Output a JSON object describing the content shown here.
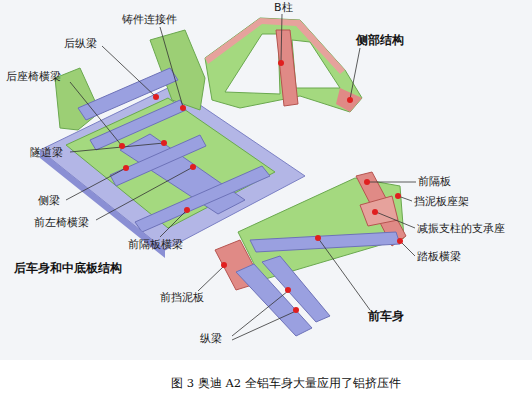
{
  "diagram": {
    "caption": "图 3 奥迪 A2 全铝车身大量应用了铝挤压件",
    "labels": [
      "B柱",
      "铸件连接件",
      "后纵梁",
      "侧部结构",
      "后座椅横梁",
      "隧道梁",
      "侧梁",
      "前左椅横梁",
      "前隔板横梁",
      "后车身和中底板结构",
      "前隔板",
      "挡泥板座架",
      "减振支柱的支承座",
      "踏板横梁",
      "前挡泥板",
      "前车身",
      "纵梁"
    ]
  }
}
